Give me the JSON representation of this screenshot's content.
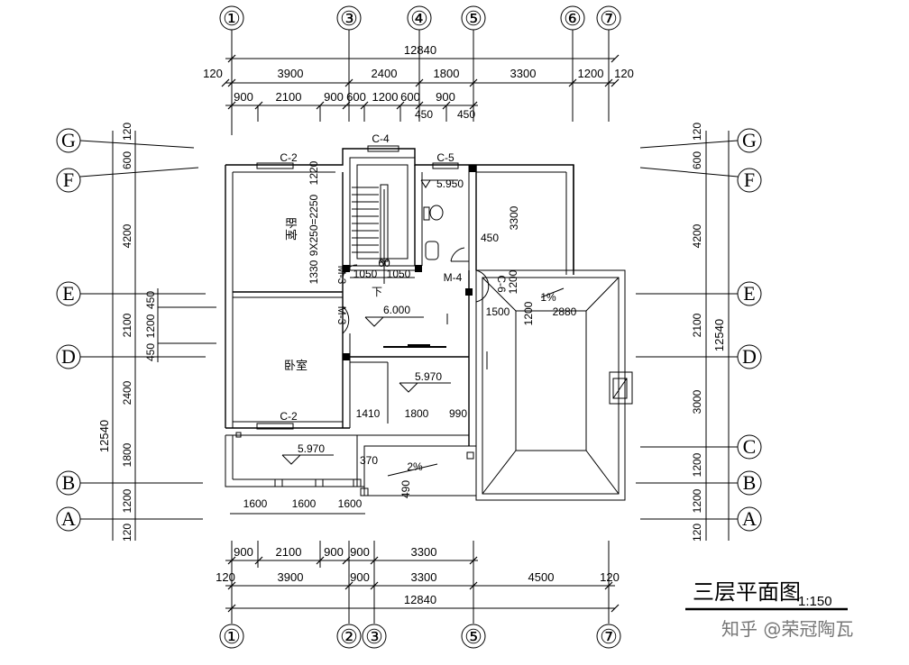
{
  "title": "三层平面图",
  "scale": "1:150",
  "watermark": "知乎 @荣冠陶瓦",
  "axes_top": [
    "①",
    "③",
    "④",
    "⑤",
    "⑥",
    "⑦"
  ],
  "axes_bottom": [
    "①",
    "②",
    "③",
    "⑤",
    "⑦"
  ],
  "axes_left": [
    "G",
    "F",
    "E",
    "D",
    "B",
    "A"
  ],
  "axes_right": [
    "G",
    "F",
    "E",
    "D",
    "C",
    "B",
    "A"
  ],
  "dims_top_total": "12840",
  "dims_top_row2": [
    "120",
    "3900",
    "2400",
    "1800",
    "3300",
    "1200",
    "120"
  ],
  "dims_top_row3": [
    "900",
    "2100",
    "900",
    "600",
    "1200",
    "600",
    "900"
  ],
  "dims_top_row3b": [
    "450",
    "450"
  ],
  "dims_bottom_row1": [
    "900",
    "2100",
    "900",
    "900",
    "3300"
  ],
  "dims_bottom_row2": [
    "120",
    "3900",
    "900",
    "3300",
    "4500",
    "120"
  ],
  "dims_bottom_total": "12840",
  "dims_left_outer": "12540",
  "dims_left_inner": [
    "120",
    "600",
    "4200",
    "2100",
    "2400",
    "1800",
    "1200",
    "120"
  ],
  "dims_left_small": [
    "450",
    "1200",
    "450"
  ],
  "dims_right_outer": "12540",
  "dims_right_inner": [
    "120",
    "600",
    "4200",
    "2100",
    "3000",
    "1200",
    "1200",
    "120"
  ],
  "labels": {
    "c2_top": "C-2",
    "c4": "C-4",
    "c5": "C-5",
    "c2_bottom": "C-2",
    "c6": "C-6",
    "m3a": "M-3",
    "m3b": "M-3",
    "m4": "M-4",
    "bedroom1": "卧室",
    "bedroom2": "卧室",
    "stair": "9X250=2250",
    "d1220": "1220",
    "d1330": "1330",
    "d1050a": "1050",
    "d1050b": "1050",
    "d60": "60",
    "elev5950": "5.950",
    "elev6000": "6.000",
    "elev5970a": "5.970",
    "elev5970b": "5.970",
    "d3300": "3300",
    "d450": "450",
    "d1200a": "1200",
    "d1200b": "1200",
    "d1500": "1500",
    "d2880": "2880",
    "slope1": "1%",
    "slope2": "2%",
    "d1410": "1410",
    "d1800": "1800",
    "d990": "990",
    "d370": "370",
    "d490": "490",
    "d1600a": "1600",
    "d1600b": "1600",
    "d1600c": "1600",
    "down": "下"
  }
}
